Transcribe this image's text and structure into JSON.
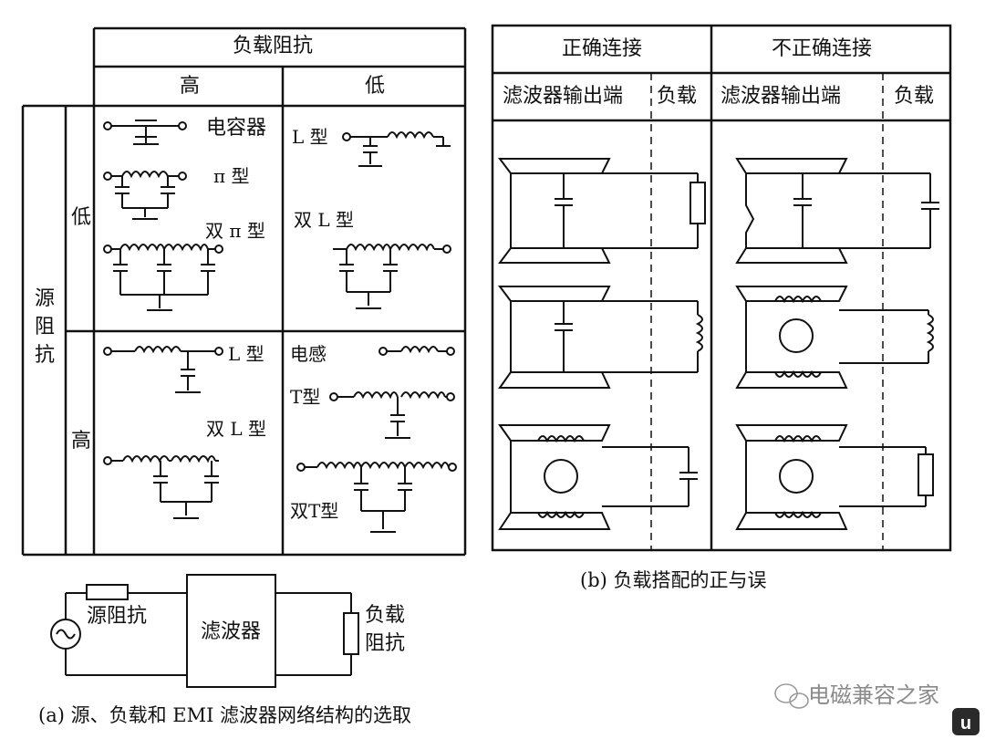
{
  "left_table": {
    "header_load": "负载阻抗",
    "col_high": "高",
    "col_low": "低",
    "row_header": "源阻抗",
    "row_low": "低",
    "row_high": "高",
    "cells": {
      "capacitor": "电容器",
      "pi_type": "π 型",
      "double_pi_type": "双 π 型",
      "l_type_top": "L 型",
      "double_l_type_top": "双 L 型",
      "l_type_bottom": "L 型",
      "double_l_type_bottom": "双 L 型",
      "inductor": "电感",
      "t_type": "T型",
      "double_t_type": "双T型"
    }
  },
  "right_table": {
    "col_correct": "正确连接",
    "col_incorrect": "不正确连接",
    "filter_output": "滤波器输出端",
    "load": "负载"
  },
  "source_diagram": {
    "source_impedance": "源阻抗",
    "filter": "滤波器",
    "load_impedance_line1": "负载",
    "load_impedance_line2": "阻抗"
  },
  "captions": {
    "a": "(a) 源、负载和 EMI 滤波器网络结构的选取",
    "b": "(b) 负载搭配的正与误"
  },
  "watermark": "电磁兼容之家"
}
